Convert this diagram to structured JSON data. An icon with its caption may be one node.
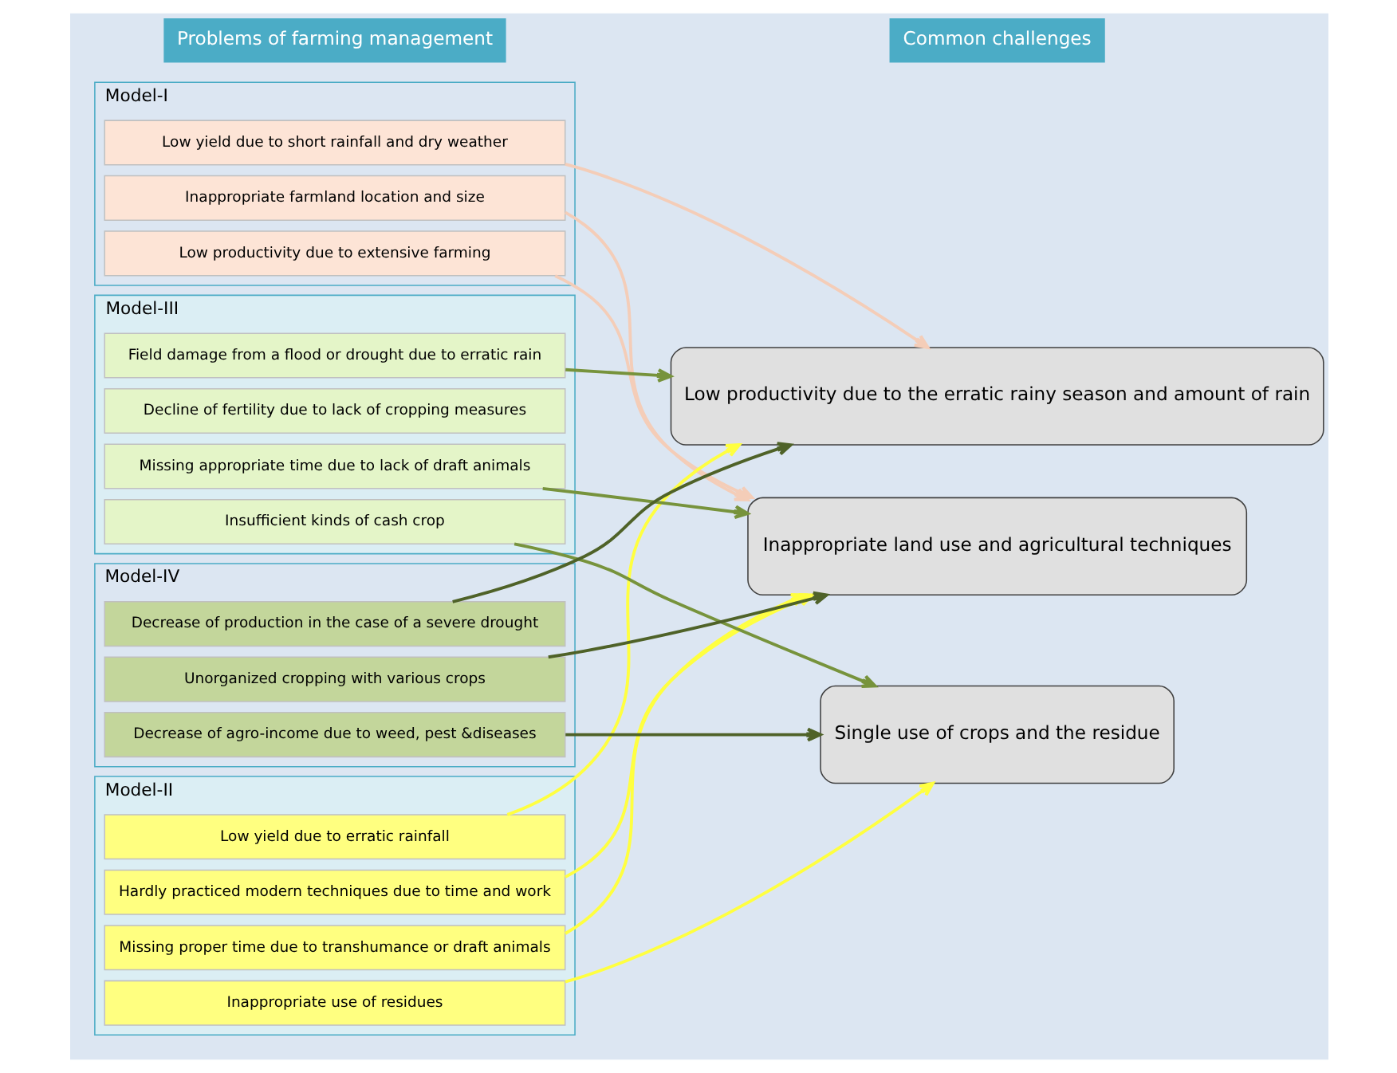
{
  "diagram": {
    "nodes": [
      {
        "text": [
          "Model-I"
        ]
      },
      {
        "text": [
          "Low yield due to short rainfall and dry weather"
        ],
        "in": 0
      },
      {
        "text": [
          "Inappropriate farmland location and size"
        ],
        "in": 0
      },
      {
        "text": [
          "Low productivity due to extensive farming"
        ],
        "in": 0
      },
      {
        "text": [
          "Model-II"
        ]
      },
      {
        "text": [
          "Low yield due to erratic rainfall"
        ],
        "in": 4
      },
      {
        "text": [
          "Hardly practiced modern techniques due to time and work"
        ],
        "in": 4
      },
      {
        "text": [
          "Missing proper time due to transhumance or draft animals"
        ],
        "in": 4
      },
      {
        "text": [
          "Inappropriate use of residues"
        ],
        "in": 4
      },
      {
        "text": [
          "Model-III"
        ]
      },
      {
        "text": [
          "Field damage from a flood or drought due to erratic rain"
        ],
        "in": 9
      },
      {
        "text": [
          "Decline of fertility due to lack of cropping measures"
        ],
        "in": 9
      },
      {
        "text": [
          "Missing appropriate time due to lack of draft animals"
        ],
        "in": 9
      },
      {
        "text": [
          "Insufficient kinds of cash crop"
        ],
        "in": 9
      },
      {
        "text": [
          "Model-IV"
        ]
      },
      {
        "text": [
          "Unorganized cropping with various crops"
        ],
        "in": 14
      },
      {
        "text": [
          "Decrease of agro-income due to weed, pest &diseases"
        ],
        "in": 14
      },
      {
        "text": [
          "Decrease of production in the case of a severe drought"
        ],
        "in": 14
      },
      {
        "text": [
          "Low productivity due to the erratic rainy season and amount of rain"
        ]
      },
      {
        "text": [
          "Inappropriate land use and agricultural techniques"
        ]
      },
      {
        "text": [
          "Single use of crops and the residue"
        ]
      }
    ],
    "edges": [
      {
        "from": 1,
        "to": 18,
        "arrow": "to",
        "color": "#f4cdb8"
      },
      {
        "from": 2,
        "to": 19,
        "arrow": "to",
        "color": "#f4cdb8"
      },
      {
        "from": 3,
        "to": 19,
        "arrow": "to",
        "color": "#f4cdb8"
      },
      {
        "from": 5,
        "to": 18,
        "arrow": "to",
        "color": "#ffff40"
      },
      {
        "from": 6,
        "to": 19,
        "arrow": "to",
        "color": "#ffff40"
      },
      {
        "from": 7,
        "to": 19,
        "arrow": "to",
        "color": "#ffff40"
      },
      {
        "from": 8,
        "to": 20,
        "arrow": "to",
        "color": "#ffff40"
      },
      {
        "from": 10,
        "to": 18,
        "arrow": "to",
        "color": "#77933c"
      },
      {
        "from": 12,
        "to": 19,
        "arrow": "to",
        "color": "#77933c"
      },
      {
        "from": 13,
        "to": 20,
        "arrow": "to",
        "color": "#77933c"
      },
      {
        "from": 15,
        "to": 19,
        "arrow": "to",
        "color": "#4f6228"
      },
      {
        "from": 16,
        "to": 20,
        "arrow": "to",
        "color": "#4f6228"
      },
      {
        "from": 17,
        "to": 18,
        "arrow": "to",
        "color": "#4f6228"
      }
    ],
    "labels": [
      "Problems of farming management",
      "Common challenges"
    ]
  }
}
